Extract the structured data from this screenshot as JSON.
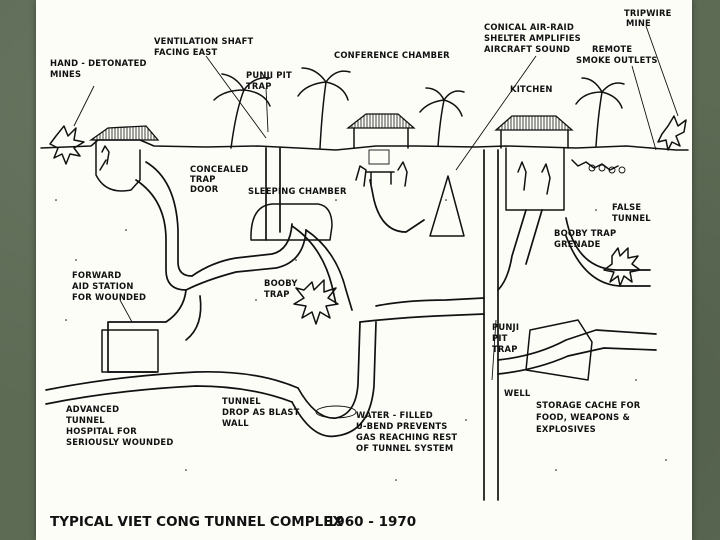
{
  "caption": {
    "title": "TYPICAL VIET CONG TUNNEL COMPLEX",
    "years": "1960 - 1970"
  },
  "labels": {
    "hand_mines": [
      "HAND - DETONATED",
      "MINES"
    ],
    "ventilation": [
      "VENTILATION SHAFT",
      "FACING EAST"
    ],
    "punji_top": [
      "PUNJI PIT",
      "TRAP"
    ],
    "conference": [
      "CONFERENCE CHAMBER"
    ],
    "conical": [
      "CONICAL AIR-RAID",
      "SHELTER AMPLIFIES",
      "AIRCRAFT SOUND"
    ],
    "remote_smoke": [
      "REMOTE",
      "SMOKE OUTLETS"
    ],
    "tripwire": [
      "TRIPWIRE",
      "MINE"
    ],
    "kitchen": [
      "KITCHEN"
    ],
    "trap_door": [
      "CONCEALED",
      "TRAP",
      "DOOR"
    ],
    "sleeping": [
      "SLEEPING CHAMBER"
    ],
    "false_tunnel": [
      "FALSE",
      "TUNNEL"
    ],
    "booby_grenade": [
      "BOOBY TRAP",
      "GRENADE"
    ],
    "forward_aid": [
      "FORWARD",
      "AID STATION",
      "FOR WOUNDED"
    ],
    "booby_trap": [
      "BOOBY",
      "TRAP"
    ],
    "punji_mid": [
      "PUNJI",
      "PIT",
      "TRAP"
    ],
    "advanced_hospital": [
      "ADVANCED",
      "TUNNEL",
      "HOSPITAL FOR",
      "SERIOUSLY WOUNDED"
    ],
    "tunnel_drop": [
      "TUNNEL",
      "DROP AS BLAST",
      "WALL"
    ],
    "u_bend": [
      "WATER - FILLED",
      "U-BEND PREVENTS",
      "GAS REACHING REST",
      "OF TUNNEL SYSTEM"
    ],
    "well": [
      "WELL"
    ],
    "storage": [
      "STORAGE CACHE FOR",
      "FOOD, WEAPONS &",
      "EXPLOSIVES"
    ]
  }
}
